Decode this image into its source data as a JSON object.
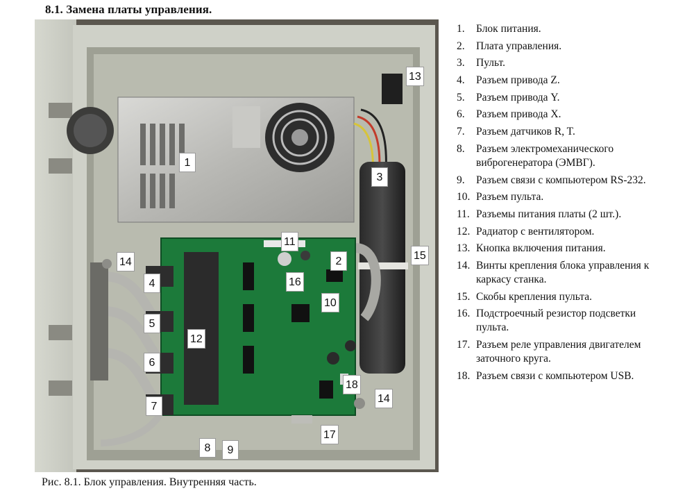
{
  "section_title": "8.1. Замена платы управления.",
  "photo": {
    "callouts": [
      {
        "n": "1"
      },
      {
        "n": "2"
      },
      {
        "n": "3"
      },
      {
        "n": "4"
      },
      {
        "n": "5"
      },
      {
        "n": "6"
      },
      {
        "n": "7"
      },
      {
        "n": "8"
      },
      {
        "n": "9"
      },
      {
        "n": "10"
      },
      {
        "n": "11"
      },
      {
        "n": "12"
      },
      {
        "n": "13"
      },
      {
        "n": "14"
      },
      {
        "n": "14"
      },
      {
        "n": "15"
      },
      {
        "n": "16"
      },
      {
        "n": "17"
      },
      {
        "n": "18"
      }
    ]
  },
  "caption": "Рис. 8.1. Блок управления. Внутренняя часть.",
  "legend": [
    {
      "num": "1.",
      "text": "Блок питания."
    },
    {
      "num": "2.",
      "text": "Плата управления."
    },
    {
      "num": "3.",
      "text": "Пульт."
    },
    {
      "num": "4.",
      "text": "Разъем привода Z."
    },
    {
      "num": "5.",
      "text": "Разъем привода Y."
    },
    {
      "num": "6.",
      "text": "Разъем привода X."
    },
    {
      "num": "7.",
      "text": "Разъем датчиков R, T."
    },
    {
      "num": "8.",
      "text": "Разъем электромеханического виброгенератора (ЭМВГ)."
    },
    {
      "num": "9.",
      "text": "Разъем связи с компьютером RS-232."
    },
    {
      "num": "10.",
      "text": "Разъем пульта."
    },
    {
      "num": "11.",
      "text": "Разъемы питания платы (2 шт.)."
    },
    {
      "num": "12.",
      "text": "Радиатор с вентилятором."
    },
    {
      "num": "13.",
      "text": "Кнопка включения питания."
    },
    {
      "num": "14.",
      "text": "Винты крепления блока управления к каркасу станка."
    },
    {
      "num": "15.",
      "text": "Скобы крепления пульта."
    },
    {
      "num": "16.",
      "text": "Подстроечный резистор подсветки пульта."
    },
    {
      "num": "17.",
      "text": "Разъем реле управления двигателем заточного круга."
    },
    {
      "num": "18.",
      "text": "Разъем связи с компьютером USB."
    }
  ]
}
